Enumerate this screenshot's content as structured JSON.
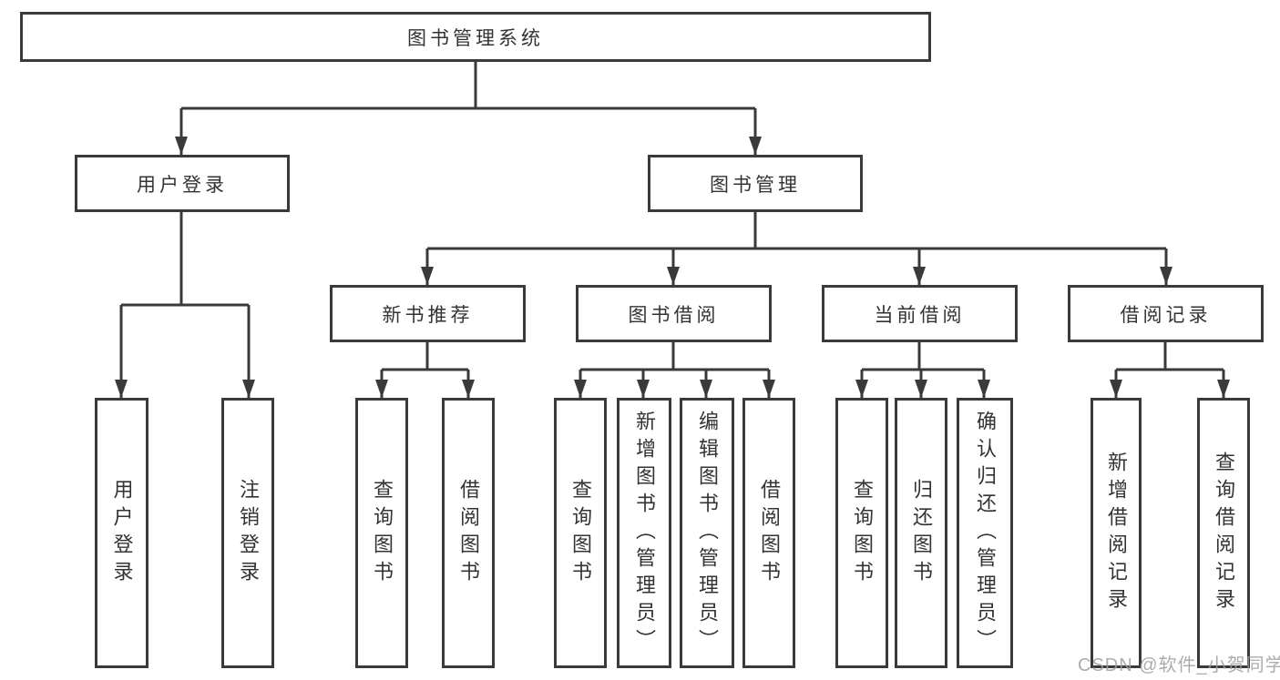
{
  "diagram": {
    "root": {
      "label": "图书管理系统"
    },
    "user_login": {
      "label": "用户登录"
    },
    "book_mgmt": {
      "label": "图书管理"
    },
    "new_books": {
      "label": "新书推荐"
    },
    "book_borrow": {
      "label": "图书借阅"
    },
    "current_borrow": {
      "label": "当前借阅"
    },
    "borrow_records": {
      "label": "借阅记录"
    },
    "leaves": {
      "user_login": [
        "用户登录",
        "注销登录"
      ],
      "new_books": [
        "查询图书",
        "借阅图书"
      ],
      "book_borrow": [
        "查询图书",
        "新增图书（管理员）",
        "编辑图书（管理员）",
        "借阅图书"
      ],
      "current_borrow": [
        "查询图书",
        "归还图书",
        "确认归还（管理员）"
      ],
      "borrow_records": [
        "新增借阅记录",
        "查询借阅记录"
      ]
    }
  },
  "watermark": {
    "text": "CSDN @软件_小贺同学"
  },
  "colors": {
    "line": "#3a3a3a",
    "text": "#333333",
    "watermark": "#9e9e9e",
    "background": "#ffffff"
  }
}
